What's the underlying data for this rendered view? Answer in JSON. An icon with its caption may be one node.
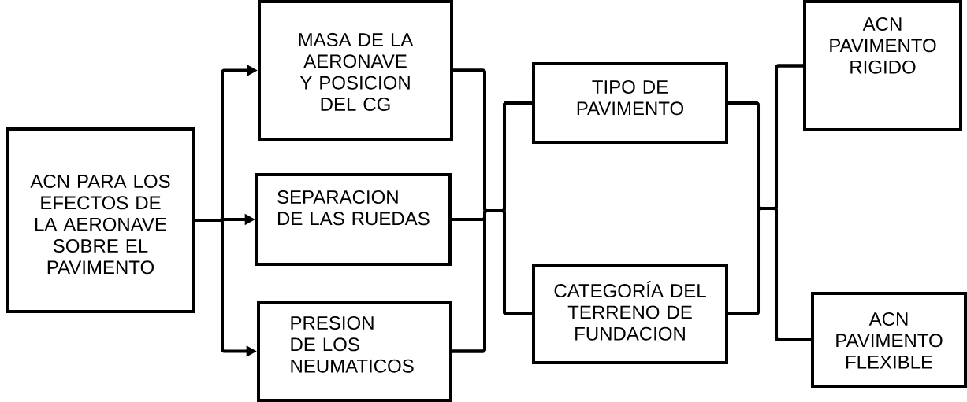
{
  "diagram": {
    "nodes": [
      {
        "text": [
          "ACN PARA LOS EFECTOS DE LA AERONAVE SOBRE EL PAVIMENTO"
        ]
      },
      {
        "text": [
          "MASA DE LA AERONAVE Y POSICION DEL CG"
        ]
      },
      {
        "text": [
          "SEPARACION DE LAS RUEDAS"
        ]
      },
      {
        "text": [
          "PRESION DE LOS NEUMATICOS"
        ]
      },
      {
        "text": [
          "TIPO DE PAVIMENTO"
        ]
      },
      {
        "text": [
          "CATEGORÍA DEL TERRENO DE FUNDACION"
        ]
      },
      {
        "text": [
          "ACN PAVIMENTO RIGIDO"
        ]
      },
      {
        "text": [
          "ACN PAVIMENTO FLEXIBLE"
        ]
      }
    ],
    "edges": [
      {
        "from": 0,
        "to": 1,
        "arrow": "to"
      },
      {
        "from": 0,
        "to": 2,
        "arrow": "to"
      },
      {
        "from": 0,
        "to": 3,
        "arrow": "to"
      },
      {
        "from": 1,
        "to": 4,
        "arrow": "none"
      },
      {
        "from": 1,
        "to": 5,
        "arrow": "none"
      },
      {
        "from": 2,
        "to": 4,
        "arrow": "none"
      },
      {
        "from": 2,
        "to": 5,
        "arrow": "none"
      },
      {
        "from": 3,
        "to": 4,
        "arrow": "none"
      },
      {
        "from": 3,
        "to": 5,
        "arrow": "none"
      },
      {
        "from": 4,
        "to": 6,
        "arrow": "none"
      },
      {
        "from": 4,
        "to": 7,
        "arrow": "none"
      },
      {
        "from": 5,
        "to": 6,
        "arrow": "none"
      },
      {
        "from": 5,
        "to": 7,
        "arrow": "none"
      }
    ]
  }
}
